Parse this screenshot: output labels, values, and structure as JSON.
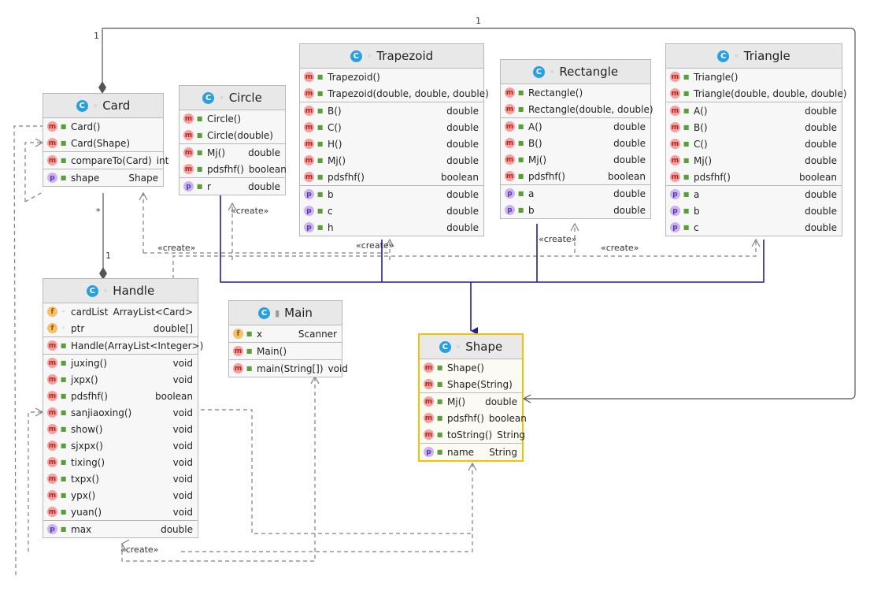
{
  "colors": {
    "inherit": "#1f1f9c",
    "dep": "#808080",
    "assoc": "#555555",
    "highlight": "#f2c300"
  },
  "icons": {
    "class": "class-icon",
    "method": "method-icon",
    "field": "field-icon",
    "property": "property-icon"
  },
  "classes": {
    "card": {
      "name": "Card",
      "icon": "C",
      "ctors": [
        {
          "k": "m",
          "acc": "pub",
          "name": "Card()",
          "type": ""
        },
        {
          "k": "m",
          "acc": "pub",
          "name": "Card(Shape)",
          "type": ""
        }
      ],
      "methods": [
        {
          "k": "m",
          "acc": "pub",
          "name": "compareTo(Card)",
          "type": "int"
        }
      ],
      "props": [
        {
          "k": "p",
          "acc": "pub",
          "name": "shape",
          "type": "Shape"
        }
      ]
    },
    "circle": {
      "name": "Circle",
      "icon": "C",
      "ctors": [
        {
          "k": "m",
          "acc": "pub",
          "name": "Circle()",
          "type": ""
        },
        {
          "k": "m",
          "acc": "pub",
          "name": "Circle(double)",
          "type": ""
        }
      ],
      "methods": [
        {
          "k": "m",
          "acc": "pub",
          "name": "Mj()",
          "type": "double"
        },
        {
          "k": "m",
          "acc": "pub",
          "name": "pdsfhf()",
          "type": "boolean"
        }
      ],
      "props": [
        {
          "k": "p",
          "acc": "pub",
          "name": "r",
          "type": "double"
        }
      ]
    },
    "trapezoid": {
      "name": "Trapezoid",
      "icon": "C",
      "ctors": [
        {
          "k": "m",
          "acc": "pub",
          "name": "Trapezoid()",
          "type": ""
        },
        {
          "k": "m",
          "acc": "pub",
          "name": "Trapezoid(double, double, double)",
          "type": ""
        }
      ],
      "methods": [
        {
          "k": "m",
          "acc": "pub",
          "name": "B()",
          "type": "double"
        },
        {
          "k": "m",
          "acc": "pub",
          "name": "C()",
          "type": "double"
        },
        {
          "k": "m",
          "acc": "pub",
          "name": "H()",
          "type": "double"
        },
        {
          "k": "m",
          "acc": "pub",
          "name": "Mj()",
          "type": "double"
        },
        {
          "k": "m",
          "acc": "pub",
          "name": "pdsfhf()",
          "type": "boolean"
        }
      ],
      "props": [
        {
          "k": "p",
          "acc": "pub",
          "name": "b",
          "type": "double"
        },
        {
          "k": "p",
          "acc": "pub",
          "name": "c",
          "type": "double"
        },
        {
          "k": "p",
          "acc": "pub",
          "name": "h",
          "type": "double"
        }
      ]
    },
    "rectangle": {
      "name": "Rectangle",
      "icon": "C",
      "ctors": [
        {
          "k": "m",
          "acc": "pub",
          "name": "Rectangle()",
          "type": ""
        },
        {
          "k": "m",
          "acc": "pub",
          "name": "Rectangle(double, double)",
          "type": ""
        }
      ],
      "methods": [
        {
          "k": "m",
          "acc": "pub",
          "name": "A()",
          "type": "double"
        },
        {
          "k": "m",
          "acc": "pub",
          "name": "B()",
          "type": "double"
        },
        {
          "k": "m",
          "acc": "pub",
          "name": "Mj()",
          "type": "double"
        },
        {
          "k": "m",
          "acc": "pub",
          "name": "pdsfhf()",
          "type": "boolean"
        }
      ],
      "props": [
        {
          "k": "p",
          "acc": "pub",
          "name": "a",
          "type": "double"
        },
        {
          "k": "p",
          "acc": "pub",
          "name": "b",
          "type": "double"
        }
      ]
    },
    "triangle": {
      "name": "Triangle",
      "icon": "C",
      "ctors": [
        {
          "k": "m",
          "acc": "pub",
          "name": "Triangle()",
          "type": ""
        },
        {
          "k": "m",
          "acc": "pub",
          "name": "Triangle(double, double, double)",
          "type": ""
        }
      ],
      "methods": [
        {
          "k": "m",
          "acc": "pub",
          "name": "A()",
          "type": "double"
        },
        {
          "k": "m",
          "acc": "pub",
          "name": "B()",
          "type": "double"
        },
        {
          "k": "m",
          "acc": "pub",
          "name": "C()",
          "type": "double"
        },
        {
          "k": "m",
          "acc": "pub",
          "name": "Mj()",
          "type": "double"
        },
        {
          "k": "m",
          "acc": "pub",
          "name": "pdsfhf()",
          "type": "boolean"
        }
      ],
      "props": [
        {
          "k": "p",
          "acc": "pub",
          "name": "a",
          "type": "double"
        },
        {
          "k": "p",
          "acc": "pub",
          "name": "b",
          "type": "double"
        },
        {
          "k": "p",
          "acc": "pub",
          "name": "c",
          "type": "double"
        }
      ]
    },
    "handle": {
      "name": "Handle",
      "icon": "C",
      "fields": [
        {
          "k": "f",
          "acc": "pkg",
          "name": "cardList",
          "type": "ArrayList<Card>"
        },
        {
          "k": "f",
          "acc": "pkg",
          "name": "ptr",
          "type": "double[]"
        }
      ],
      "ctors": [
        {
          "k": "m",
          "acc": "pub",
          "name": "Handle(ArrayList<Integer>)",
          "type": ""
        }
      ],
      "methods": [
        {
          "k": "m",
          "acc": "pub",
          "name": "juxing()",
          "type": "void"
        },
        {
          "k": "m",
          "acc": "pub",
          "name": "jxpx()",
          "type": "void"
        },
        {
          "k": "m",
          "acc": "pub",
          "name": "pdsfhf()",
          "type": "boolean"
        },
        {
          "k": "m",
          "acc": "pub",
          "name": "sanjiaoxing()",
          "type": "void"
        },
        {
          "k": "m",
          "acc": "pub",
          "name": "show()",
          "type": "void"
        },
        {
          "k": "m",
          "acc": "pub",
          "name": "sjxpx()",
          "type": "void"
        },
        {
          "k": "m",
          "acc": "pub",
          "name": "tixing()",
          "type": "void"
        },
        {
          "k": "m",
          "acc": "pub",
          "name": "txpx()",
          "type": "void"
        },
        {
          "k": "m",
          "acc": "pub",
          "name": "ypx()",
          "type": "void"
        },
        {
          "k": "m",
          "acc": "pub",
          "name": "yuan()",
          "type": "void"
        }
      ],
      "props": [
        {
          "k": "p",
          "acc": "pub",
          "name": "max",
          "type": "double"
        }
      ]
    },
    "main": {
      "name": "Main",
      "icon": "C",
      "fields": [
        {
          "k": "f",
          "acc": "pub",
          "name": "x",
          "type": "Scanner"
        }
      ],
      "ctors": [
        {
          "k": "m",
          "acc": "pub",
          "name": "Main()",
          "type": ""
        }
      ],
      "methods": [
        {
          "k": "m",
          "acc": "pub",
          "name": "main(String[])",
          "type": "void"
        }
      ]
    },
    "shape": {
      "name": "Shape",
      "icon": "C",
      "ctors": [
        {
          "k": "m",
          "acc": "pub",
          "name": "Shape()",
          "type": ""
        },
        {
          "k": "m",
          "acc": "pub",
          "name": "Shape(String)",
          "type": ""
        }
      ],
      "methods": [
        {
          "k": "m",
          "acc": "pub",
          "name": "Mj()",
          "type": "double"
        },
        {
          "k": "m",
          "acc": "pub",
          "name": "pdsfhf()",
          "type": "boolean"
        },
        {
          "k": "m",
          "acc": "pub",
          "name": "toString()",
          "type": "String"
        }
      ],
      "props": [
        {
          "k": "p",
          "acc": "pub",
          "name": "name",
          "type": "String"
        }
      ]
    }
  },
  "labels": {
    "create": "«create»",
    "mult_one": "1",
    "mult_many": "*"
  }
}
